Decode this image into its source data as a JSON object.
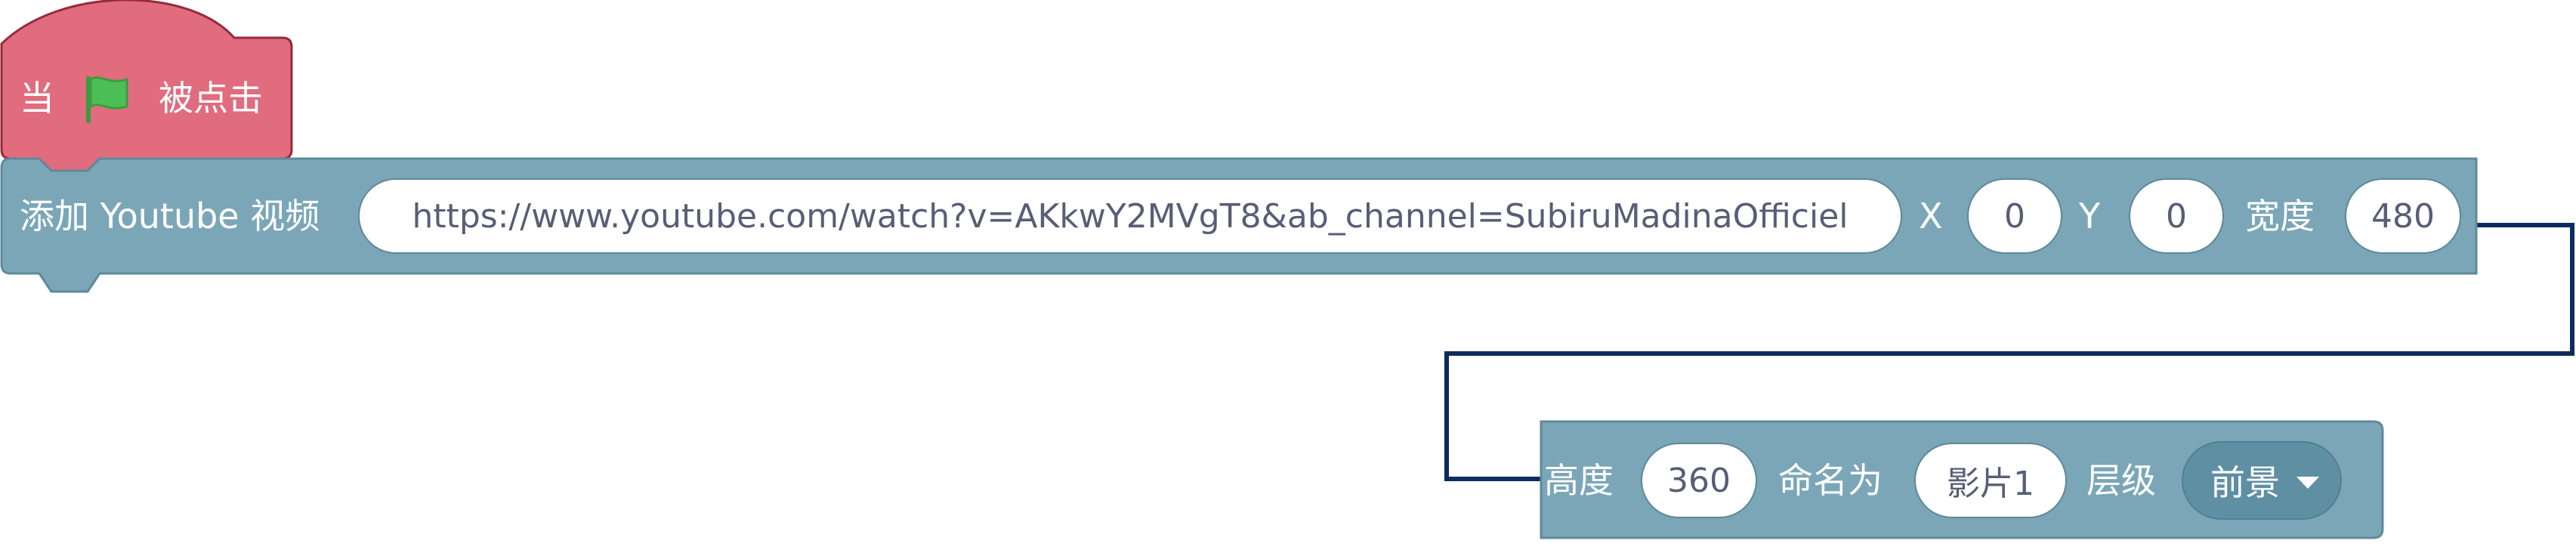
{
  "hat_block": {
    "prefix": "当",
    "suffix": "被点击",
    "flag_icon": "green-flag-icon",
    "color": "#e06c7e"
  },
  "youtube_block": {
    "label": "添加 Youtube 视频",
    "url": "https://www.youtube.com/watch?v=AKkwY2MVgT8&ab_channel=SubiruMadinaOfficiel",
    "x_label": "X",
    "x_value": "0",
    "y_label": "Y",
    "y_value": "0",
    "width_label": "宽度",
    "width_value": "480",
    "color": "#7ba6b8"
  },
  "continuation": {
    "height_label": "高度",
    "height_value": "360",
    "name_label": "命名为",
    "name_value": "影片1",
    "layer_label": "层级",
    "layer_value": "前景"
  }
}
